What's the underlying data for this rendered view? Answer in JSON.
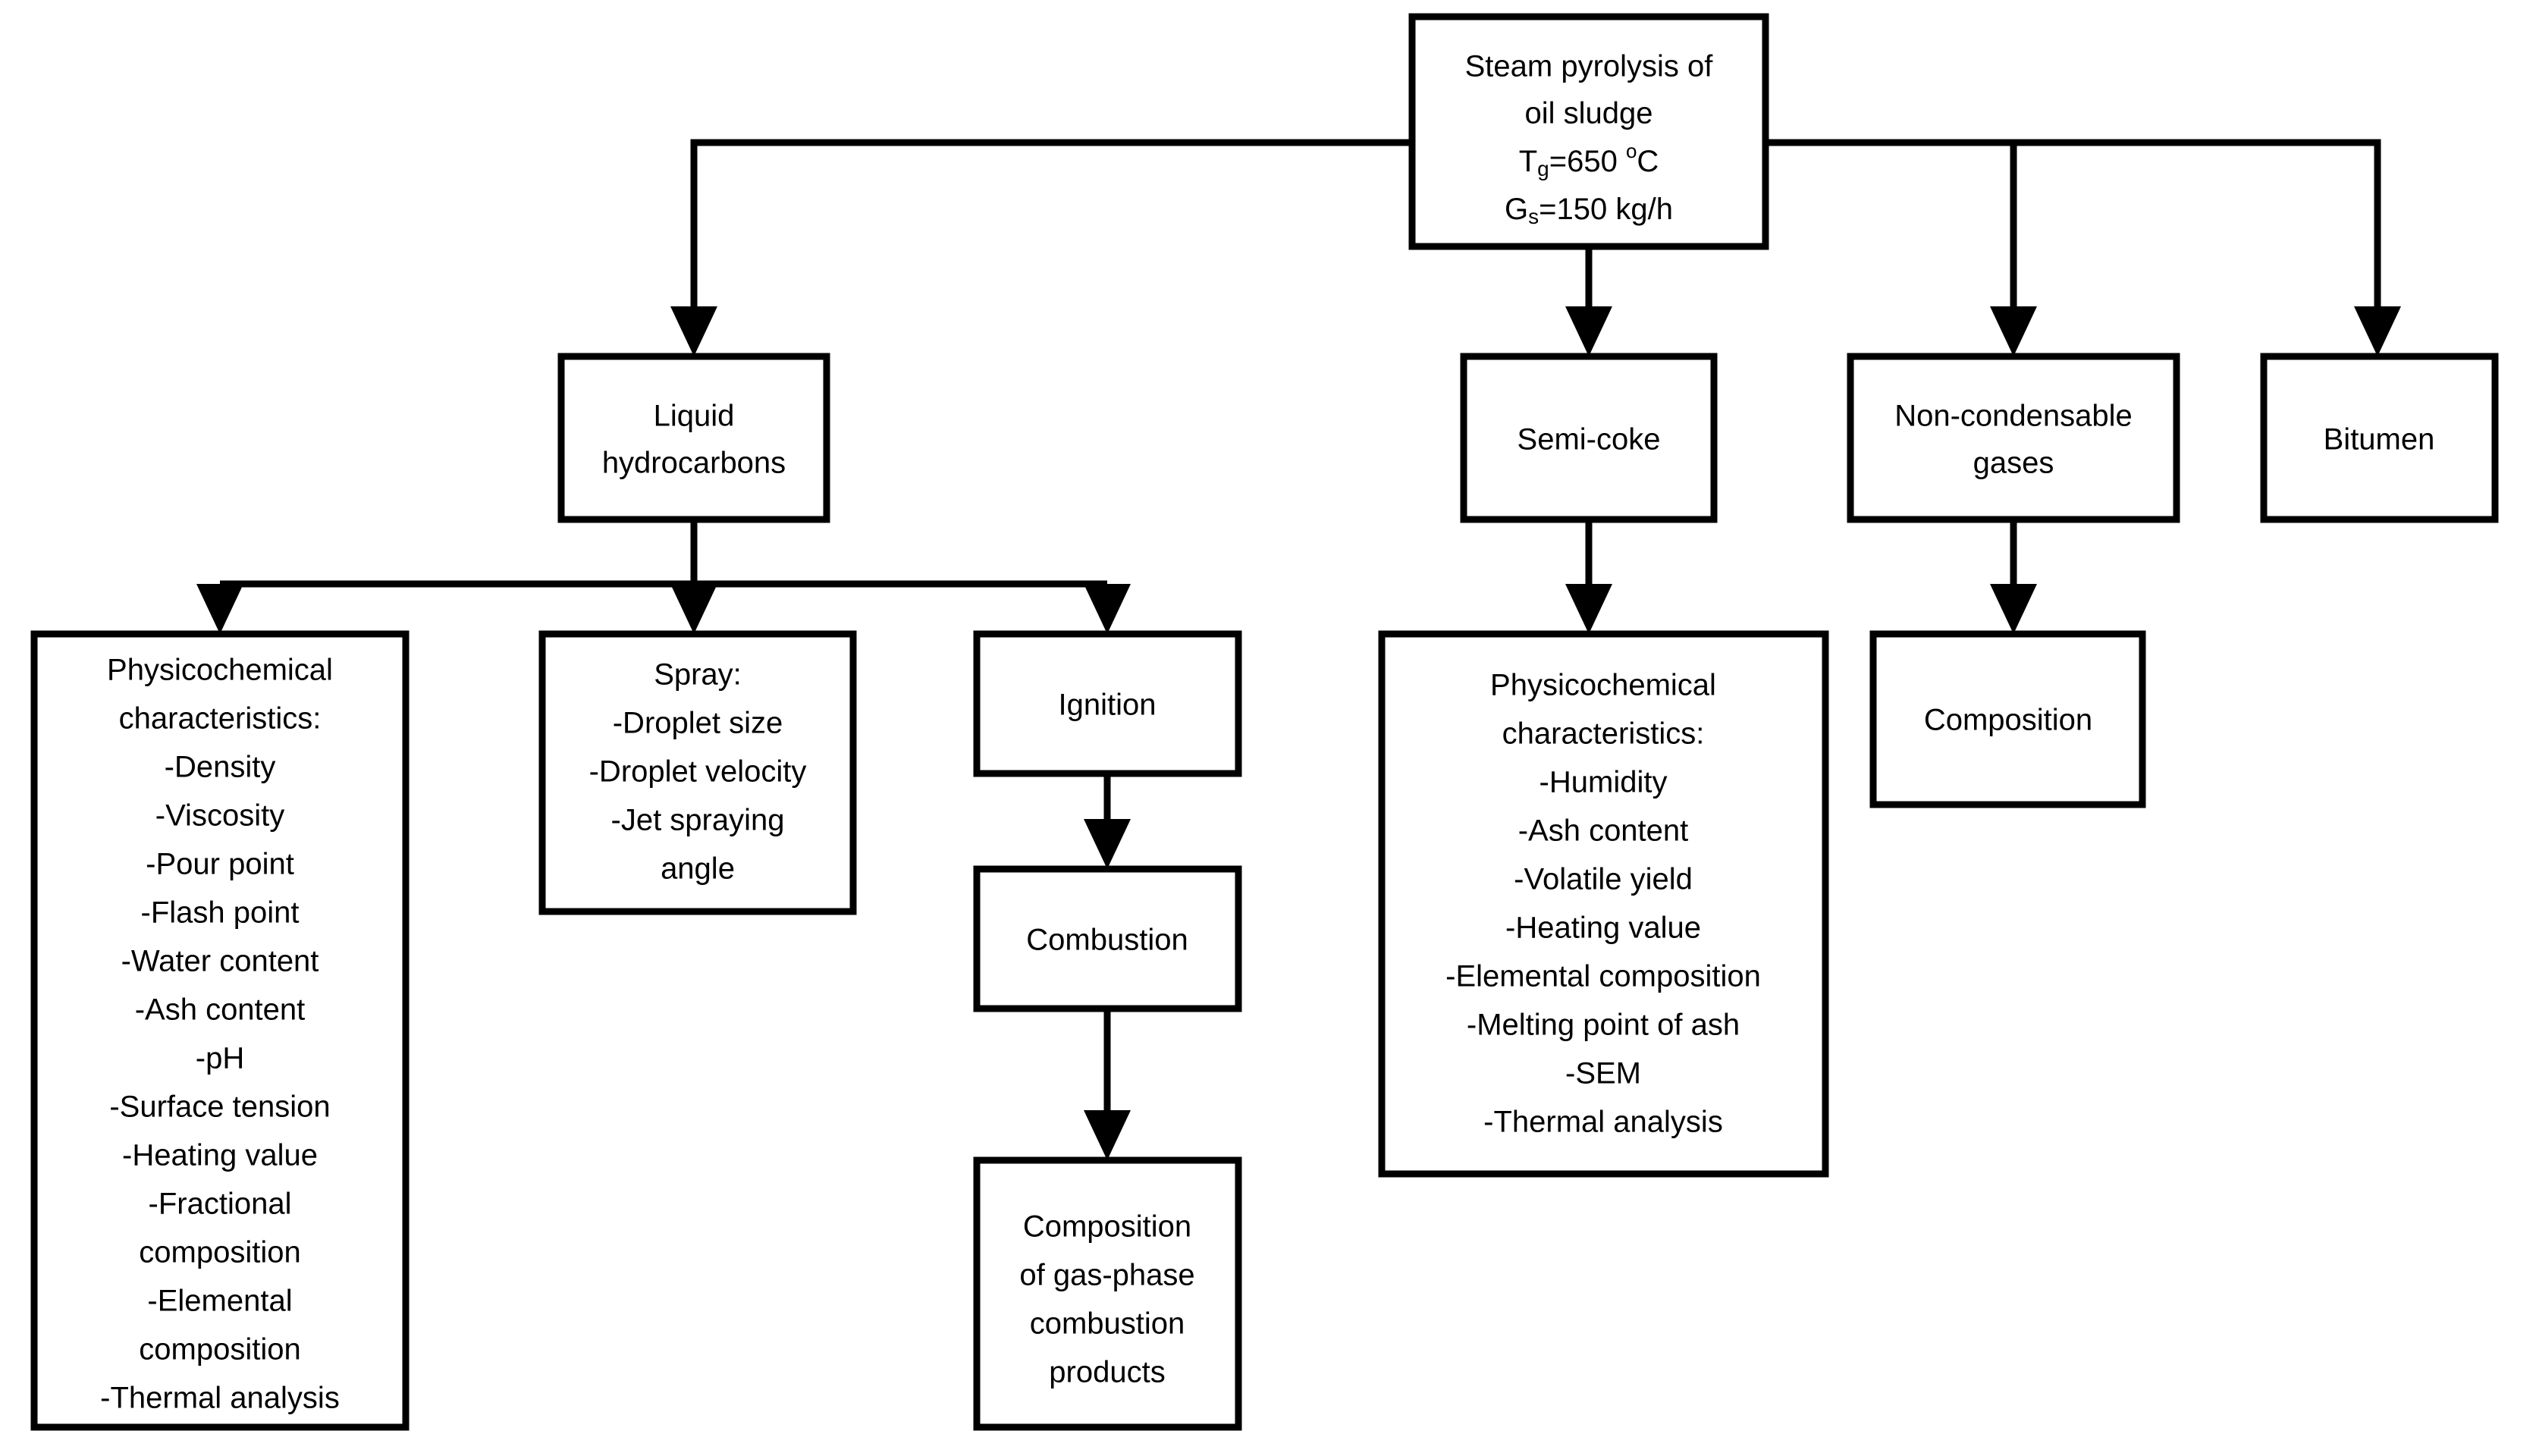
{
  "diagram": {
    "title": "Steam pyrolysis of oil sludge product characterization flowchart",
    "line_color": "#000000",
    "box_fill": "#ffffff"
  },
  "nodes": {
    "root": {
      "name": "steam-pyrolysis",
      "lines": [
        "Steam pyrolysis of",
        "oil sludge"
      ],
      "param_temp": {
        "symbol": "T",
        "subscript": "g",
        "eq": "=650 ",
        "degree": "o",
        "unit": "C"
      },
      "param_flow": {
        "symbol": "G",
        "subscript": "s",
        "eq": "=150 kg/h"
      }
    },
    "liquid_hydrocarbons": {
      "lines": [
        "Liquid",
        "hydrocarbons"
      ]
    },
    "semi_coke": {
      "lines": [
        "Semi-coke"
      ]
    },
    "non_condensable_gases": {
      "lines": [
        "Non-condensable",
        "gases"
      ]
    },
    "bitumen": {
      "lines": [
        "Bitumen"
      ]
    },
    "liquid_physchem": {
      "lines": [
        "Physicochemical",
        "characteristics:",
        "-Density",
        "-Viscosity",
        "-Pour point",
        "-Flash point",
        "-Water content",
        "-Ash content",
        "-pH",
        "-Surface tension",
        "-Heating value",
        "-Fractional",
        "composition",
        "-Elemental",
        "composition",
        "-Thermal analysis"
      ]
    },
    "spray": {
      "lines": [
        "Spray:",
        "-Droplet size",
        "-Droplet velocity",
        "-Jet spraying",
        "angle"
      ]
    },
    "ignition": {
      "lines": [
        "Ignition"
      ]
    },
    "combustion": {
      "lines": [
        "Combustion"
      ]
    },
    "gas_products": {
      "lines": [
        "Composition",
        "of gas-phase",
        "combustion",
        "products"
      ]
    },
    "coke_physchem": {
      "lines": [
        "Physicochemical",
        "characteristics:",
        "-Humidity",
        "-Ash content",
        "-Volatile yield",
        "-Heating value",
        "-Elemental composition",
        "-Melting point of ash",
        "-SEM",
        "-Thermal analysis"
      ]
    },
    "gas_composition": {
      "lines": [
        "Composition"
      ]
    }
  },
  "edges": [
    {
      "from": "root",
      "to": "liquid_hydrocarbons"
    },
    {
      "from": "root",
      "to": "semi_coke"
    },
    {
      "from": "root",
      "to": "non_condensable_gases"
    },
    {
      "from": "root",
      "to": "bitumen"
    },
    {
      "from": "liquid_hydrocarbons",
      "to": "liquid_physchem"
    },
    {
      "from": "liquid_hydrocarbons",
      "to": "spray"
    },
    {
      "from": "liquid_hydrocarbons",
      "to": "ignition"
    },
    {
      "from": "ignition",
      "to": "combustion"
    },
    {
      "from": "combustion",
      "to": "gas_products"
    },
    {
      "from": "semi_coke",
      "to": "coke_physchem"
    },
    {
      "from": "non_condensable_gases",
      "to": "gas_composition"
    }
  ]
}
